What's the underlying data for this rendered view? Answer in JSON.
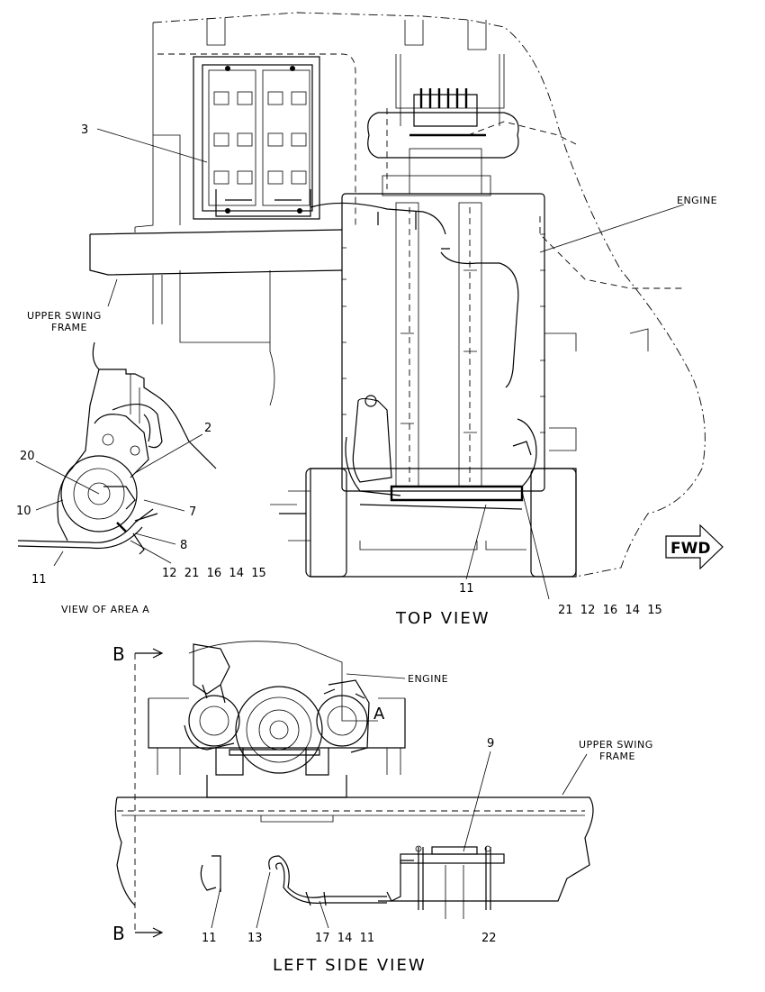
{
  "labels": {
    "engine_top": "ENGINE",
    "engine_side": "ENGINE",
    "upper_swing_frame_top_l1": "UPPER SWING",
    "upper_swing_frame_top_l2": "FRAME",
    "upper_swing_frame_side_l1": "UPPER SWING",
    "upper_swing_frame_side_l2": "FRAME",
    "area_marker": "A",
    "fwd": "FWD",
    "section_b_top": "B",
    "section_b_bottom": "B"
  },
  "captions": {
    "view_of_area_a": "VIEW OF AREA A",
    "top_view": "TOP VIEW",
    "left_side_view": "LEFT SIDE VIEW"
  },
  "callouts": {
    "c3": "3",
    "c2": "2",
    "c20": "20",
    "c10": "10",
    "c7": "7",
    "c8": "8",
    "c11_area": "11",
    "c11_top": "11",
    "row_area_a": "12  21  16  14  15",
    "row_top_right": "21  12  16  14  15",
    "c9": "9",
    "c11_side": "11",
    "c13": "13",
    "row_side": "17  14  11",
    "c22": "22"
  }
}
